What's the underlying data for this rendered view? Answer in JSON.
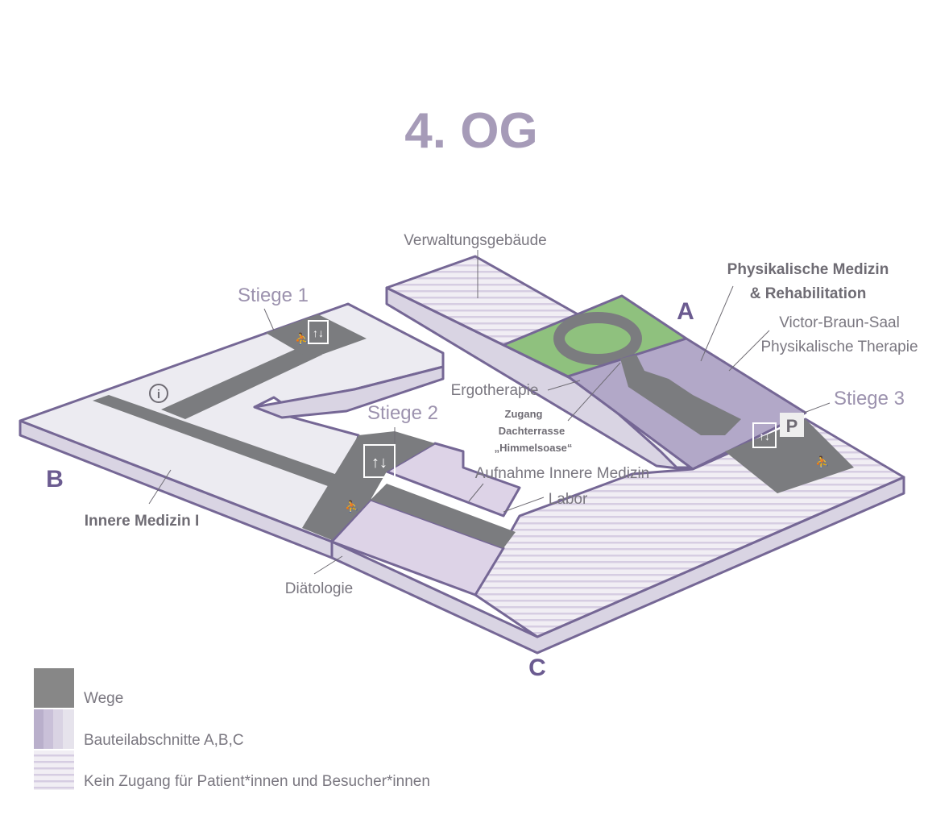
{
  "title": "4. OG",
  "wings": {
    "a": "A",
    "b": "B",
    "c": "C"
  },
  "labels": {
    "verwaltung": "Verwaltungsgebäude",
    "stiege1": "Stiege 1",
    "stiege2": "Stiege 2",
    "stiege3": "Stiege 3",
    "phys_med_1": "Physikalische Medizin",
    "phys_med_2": "& Rehabilitation",
    "victor_braun": "Victor-Braun-Saal",
    "phys_therapie": "Physikalische Therapie",
    "ergotherapie": "Ergotherapie",
    "zugang_1": "Zugang",
    "zugang_2": "Dachterrasse",
    "zugang_3": "„Himmelsoase“",
    "aufnahme": "Aufnahme Innere Medizin",
    "labor": "Labor",
    "innere": "Innere Medizin I",
    "diaetologie": "Diätologie",
    "parking": "P"
  },
  "legend": [
    {
      "label": "Wege",
      "color": "#878787"
    },
    {
      "label": "Bauteilabschnitte A,B,C",
      "color": "#c9bfd8"
    },
    {
      "label": "Kein Zugang für Patient*innen und Besucher*innen",
      "color": "#d8d0e2"
    }
  ],
  "colors": {
    "path": "#7b7c7f",
    "wingA": "#b2a8c8",
    "wingB": "#ecebf1",
    "wingC": "#ddd3e7",
    "terrace": "#8fc17e",
    "outline": "#756795"
  }
}
